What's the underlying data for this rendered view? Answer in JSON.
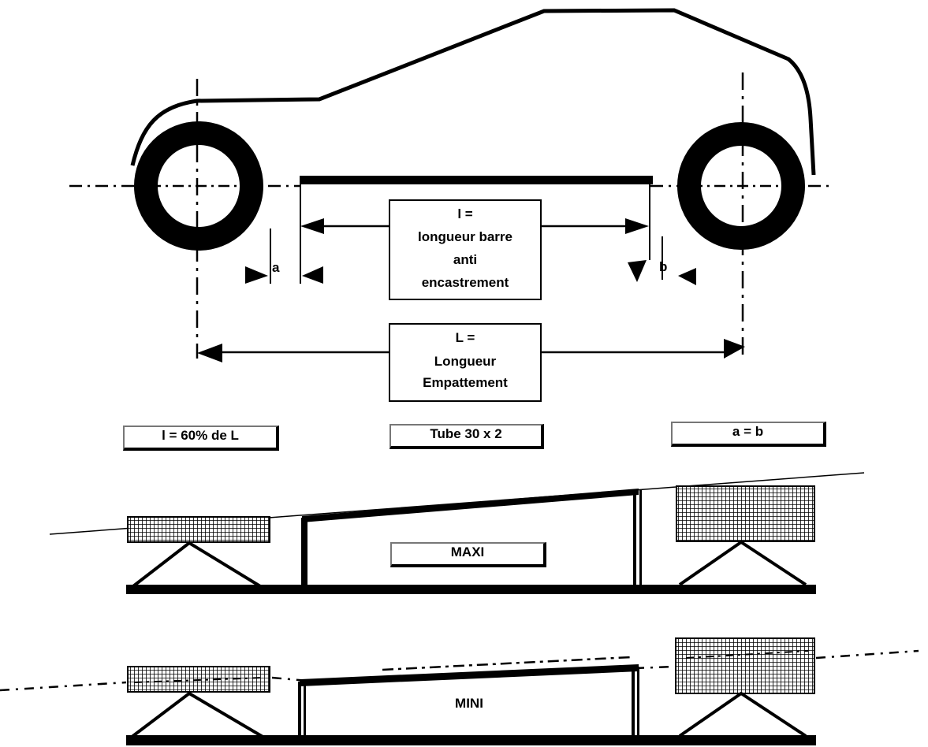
{
  "labels": {
    "a": "a",
    "b": "b",
    "l_box": [
      "l =",
      "longueur barre",
      "anti",
      "encastrement"
    ],
    "L_box": [
      "L =",
      "Longueur",
      "Empattement"
    ],
    "rule_ratio": "l = 60% de L",
    "rule_tube": "Tube 30 x 2",
    "rule_ab": "a = b",
    "maxi": "MAXI",
    "mini": "MINI"
  }
}
